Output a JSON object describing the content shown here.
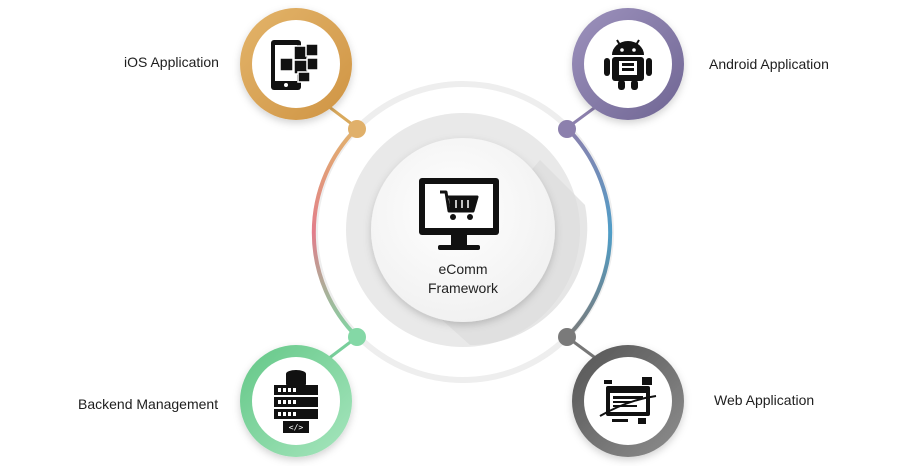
{
  "center": {
    "title_line1": "eComm",
    "title_line2": "Framework",
    "icon": "monitor-shopping-cart-icon"
  },
  "nodes": [
    {
      "id": "ios",
      "label": "iOS Application",
      "icon": "tablet-phone-icon",
      "color": "#d9a95c"
    },
    {
      "id": "android",
      "label": "Android Application",
      "icon": "android-robot-icon",
      "color": "#8c80ad"
    },
    {
      "id": "backend",
      "label": "Backend Management",
      "icon": "server-database-icon",
      "color": "#78cf9b"
    },
    {
      "id": "web",
      "label": "Web Application",
      "icon": "web-browser-icon",
      "color": "#6b6b6b"
    }
  ],
  "colors": {
    "ring_top_left": "#e0b06a",
    "ring_left": "#e07a8a",
    "ring_right": "#5a9ec6",
    "icon_dark": "#111111"
  }
}
